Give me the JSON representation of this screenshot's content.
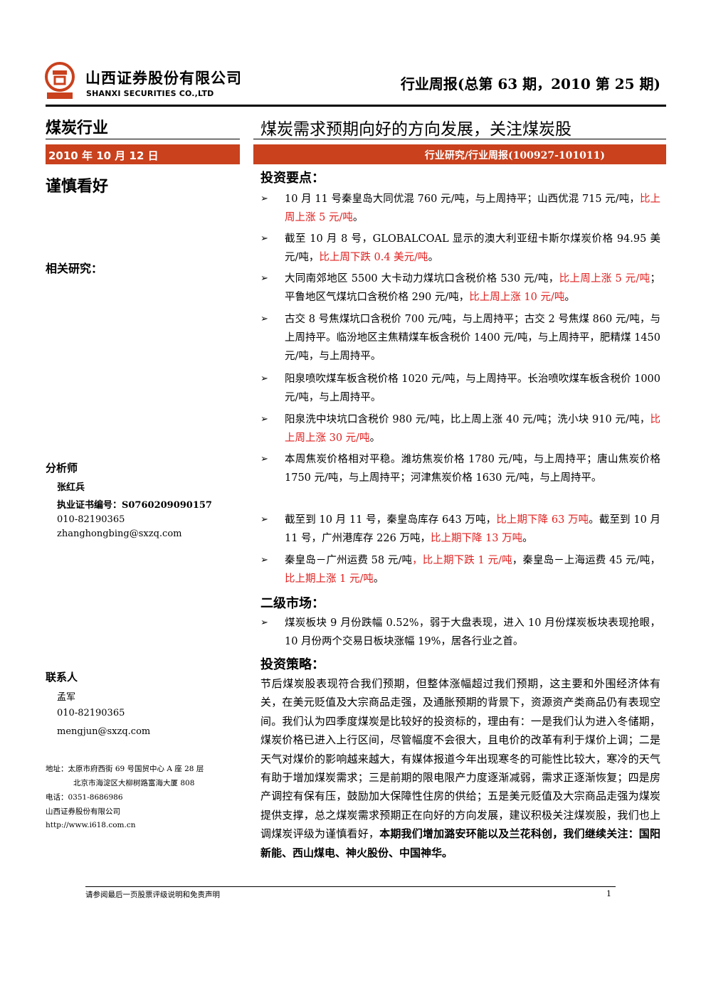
{
  "header": {
    "company_cn": "山西证券股份有限公司",
    "company_en": "SHANXI SECURITIES CO.,LTD",
    "report_title": "行业周报(总第 63 期，2010 第 25 期)",
    "brand_color": "#c9411d"
  },
  "left": {
    "industry": "煤炭行业",
    "date": "2010 年 10 月 12 日",
    "rating": "谨慎看好",
    "related_research": "相关研究：",
    "analyst_heading": "分析师",
    "analyst_name": "张红兵",
    "license": "执业证书编号：S0760209090157",
    "analyst_phone": "010-82190365",
    "analyst_email": "zhanghongbing@sxzq.com",
    "contact_heading": "联系人",
    "contact_name": "孟军",
    "contact_phone": "010-82190365",
    "contact_email": "mengjun@sxzq.com",
    "address_label": "地址：太原市府西街 69 号国贸中心 A 座 28 层",
    "address_line2": "北京市海淀区大柳树路富海大厦 808",
    "tel": "电话：0351-8686986",
    "company": "山西证券股份有限公司",
    "website": "http://www.i618.com.cn"
  },
  "main": {
    "headline": "煤炭需求预期向好的方向发展，关注煤炭股",
    "subtitle": "行业研究/行业周报(100927-101011)",
    "key_points_heading": "投资要点：",
    "bullet_mark": "➢",
    "bullets": [
      {
        "a": "10 月 11 号秦皇岛大同优混 760 元/吨，与上周持平；山西优混 715 元/吨，",
        "r": "比上周上涨 5 元/吨",
        "b": "。",
        "r2": "",
        "c": ""
      },
      {
        "a": "截至 10 月 8 号，GLOBALCOAL 显示的澳大利亚纽卡斯尔煤炭价格 94.95 美元/吨，",
        "r": "比上周下跌 0.4 美元/吨",
        "b": "。",
        "r2": "",
        "c": ""
      },
      {
        "a": "大同南郊地区 5500 大卡动力煤坑口含税价格 530 元/吨，",
        "r": "比上周上涨 5 元/吨",
        "b": "；平鲁地区气煤坑口含税价格 290 元/吨，",
        "r2": "比上周上涨 10 元/吨",
        "c": "。"
      },
      {
        "a": "古交 8 号焦煤坑口含税价 700 元/吨，与上周持平；古交 2 号焦煤 860 元/吨，与上周持平。临汾地区主焦精煤车板含税价 1400 元/吨，与上周持平，肥精煤 1450 元/吨，与上周持平。",
        "r": "",
        "b": "",
        "r2": "",
        "c": ""
      },
      {
        "a": "阳泉喷吹煤车板含税价格 1020 元/吨，与上周持平。长治喷吹煤车板含税价 1000 元/吨，与上周持平。",
        "r": "",
        "b": "",
        "r2": "",
        "c": ""
      },
      {
        "a": "阳泉洗中块坑口含税价 980 元/吨，比上周上涨 40 元/吨；洗小块 910 元/吨，",
        "r": "比上周上涨 30 元/吨",
        "b": "。",
        "r2": "",
        "c": ""
      },
      {
        "a": "本周焦炭价格相对平稳。潍坊焦炭价格 1780 元/吨，与上周持平；唐山焦炭价格 1750 元/吨，与上周持平；河津焦炭价格 1630 元/吨，与上周持平。",
        "r": "",
        "b": "",
        "r2": "",
        "c": ""
      },
      {
        "a": "截至到 10 月 11 号，秦皇岛库存 643 万吨，",
        "r": "比上期下降 63 万吨",
        "b": "。截至到 10 月 11 号，广州港库存 226 万吨，",
        "r2": "比上期下降 13 万吨",
        "c": "。"
      },
      {
        "a": "秦皇岛－广州运费 58 元/吨",
        "r": "，比上期下跌 1 元/吨",
        "b": "，秦皇岛－上海运费 45 元/吨，",
        "r2": "比上期上涨 1 元/吨",
        "c": "。"
      }
    ],
    "secondary_heading": "二级市场：",
    "secondary_bullet": "煤炭板块 9 月份跌幅 0.52%，弱于大盘表现，进入 10 月份煤炭板块表现抢眼，10 月份两个交易日板块涨幅 19%，居各行业之首。",
    "strategy_heading": "投资策略：",
    "strategy_text": "节后煤炭股表现符合我们预期，但整体涨幅超过我们预期，这主要和外围经济体有关，在美元贬值及大宗商品走强，及通胀预期的背景下，资源资产类商品仍有表现空间。我们认为四季度煤炭是比较好的投资标的，理由有：一是我们认为进入冬储期，煤炭价格已进入上行区间，尽管幅度不会很大，且电价的改革有利于煤价上调；二是天气对煤价的影响越来越大，有媒体报道今年出现寒冬的可能性比较大，寒冷的天气有助于增加煤炭需求；三是前期的限电限产力度逐渐减弱，需求正逐渐恢复；四是房产调控有保有压，鼓励加大保障性住房的供给；五是美元贬值及大宗商品走强为煤炭提供支撑，总之煤炭需求预期正在向好的方向发展，建议积极关注煤炭股，我们也上调煤炭评级为谨慎看好，",
    "strategy_bold": "本期我们增加潞安环能以及兰花科创，我们继续关注：国阳新能、西山煤电、神火股份、中国神华。"
  },
  "footer": {
    "note": "请参阅最后一页股票评级说明和免责声明",
    "page": "1"
  }
}
